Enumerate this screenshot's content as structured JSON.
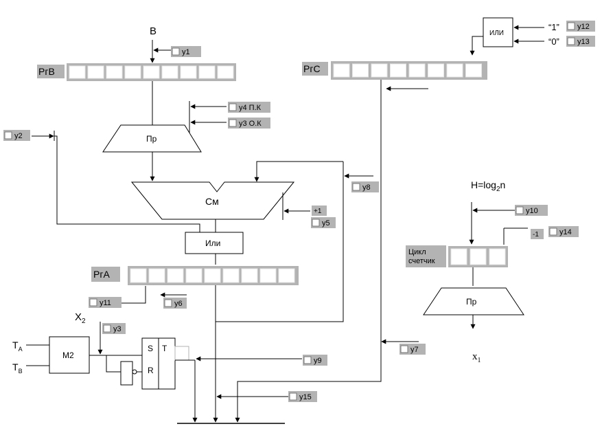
{
  "inputs": {
    "b": "B",
    "h_prefix": "H=log",
    "h_sub": "2",
    "h_suffix": "n",
    "one": "“1”",
    "zero": "“0”"
  },
  "registers": {
    "rgb": "РгВ",
    "rgc": "РгС",
    "rga": "РгА"
  },
  "blocks": {
    "pr_main": "Пр",
    "sm": "См",
    "ili_main": "Или",
    "ili_top": "ИЛИ",
    "m2": "М2",
    "counter_line1": "Цикл",
    "counter_line2": "счетчик",
    "pr_right": "Пр",
    "trigger_s": "S",
    "trigger_r": "R",
    "trigger_t": "T"
  },
  "outputs": {
    "x1": "x",
    "x1_sub": "1",
    "x2": "X",
    "x2_sub": "2",
    "ta": "T",
    "ta_sub": "A",
    "tb": "T",
    "tb_sub": "B"
  },
  "constants": {
    "plus1": "+1",
    "minus1": "-1"
  },
  "signals": {
    "y1": "y1",
    "y2": "y2",
    "y3": "y3 О.К",
    "y4": "y4 П.К",
    "y5": "y5",
    "y6": "y6",
    "y7": "y7",
    "y8": "y8",
    "y9": "y9",
    "y10": "y10",
    "y11": "y11",
    "y12": "y12",
    "y13": "y13",
    "y14": "y14",
    "y15": "y15",
    "y3b": "y3"
  }
}
